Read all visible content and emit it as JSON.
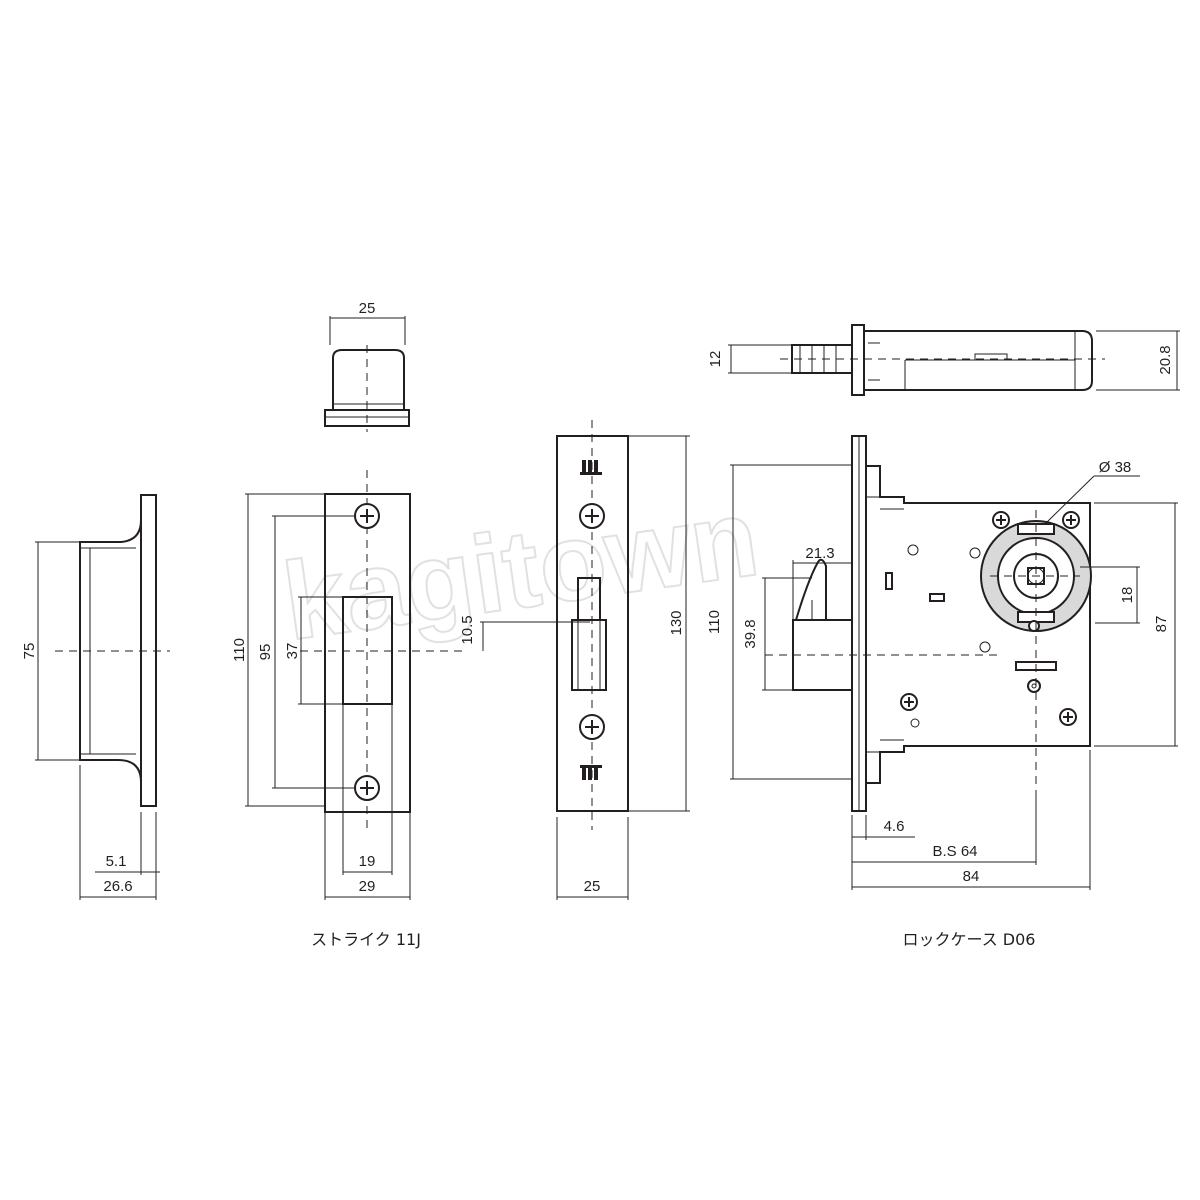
{
  "watermark": "kagitown",
  "captions": {
    "strike": "ストライク 11J",
    "lockcase": "ロックケース D06"
  },
  "strike_side": {
    "height": "75",
    "d_flange": "5.1",
    "d_total": "26.6"
  },
  "strike_top": {
    "width": "25"
  },
  "strike_front": {
    "h_outer": "110",
    "h_screws": "95",
    "h_opening": "37",
    "w_opening": "19",
    "w_plate": "29"
  },
  "faceplate": {
    "offset": "10.5",
    "height": "130",
    "width": "25"
  },
  "lockcase_top": {
    "bolt": "12",
    "body": "20.8"
  },
  "lockcase_front": {
    "h_face": "110",
    "cyl_dia": "Ø 38",
    "bolt_proj": "21.3",
    "bolt_h": "39.8",
    "d_cyl": "18",
    "h_case": "87",
    "d_4_6": "4.6",
    "backset": "B.S 64",
    "width": "84"
  }
}
